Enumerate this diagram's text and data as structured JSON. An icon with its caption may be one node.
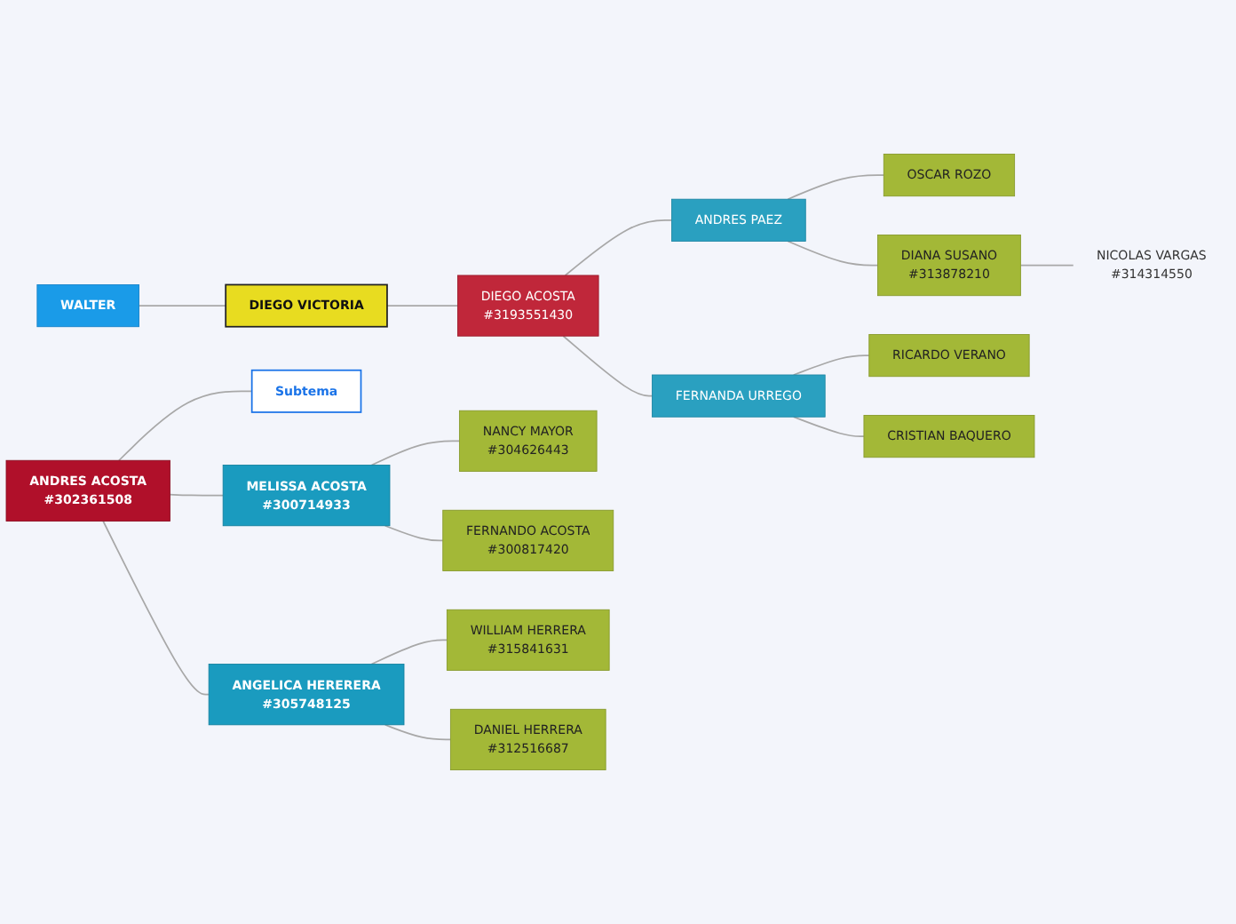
{
  "diagram": {
    "nodes": [
      {
        "text": [
          "WALTER"
        ]
      },
      {
        "text": [
          "DIEGO VICTORIA"
        ]
      },
      {
        "text": [
          "DIEGO ACOSTA",
          "#3193551430"
        ]
      },
      {
        "text": [
          "ANDRES PAEZ"
        ]
      },
      {
        "text": [
          "OSCAR ROZO"
        ]
      },
      {
        "text": [
          "DIANA SUSANO",
          "#313878210"
        ]
      },
      {
        "text": [
          "NICOLAS VARGAS",
          "#314314550"
        ]
      },
      {
        "text": [
          "FERNANDA URREGO"
        ]
      },
      {
        "text": [
          "RICARDO VERANO"
        ]
      },
      {
        "text": [
          "CRISTIAN BAQUERO"
        ]
      },
      {
        "text": [
          "ANDRES ACOSTA",
          "#302361508"
        ]
      },
      {
        "text": [
          "Subtema"
        ]
      },
      {
        "text": [
          "MELISSA ACOSTA",
          "#300714933"
        ]
      },
      {
        "text": [
          "NANCY MAYOR",
          "#304626443"
        ]
      },
      {
        "text": [
          "FERNANDO ACOSTA",
          "#300817420"
        ]
      },
      {
        "text": [
          "ANGELICA HERERERA",
          "#305748125"
        ]
      },
      {
        "text": [
          "WILLIAM HERRERA",
          "#315841631"
        ]
      },
      {
        "text": [
          "DANIEL HERRERA",
          "#312516687"
        ]
      }
    ],
    "edges": [
      {
        "from": 0,
        "to": 1,
        "arrow": "none"
      },
      {
        "from": 1,
        "to": 2,
        "arrow": "none"
      },
      {
        "from": 2,
        "to": 3,
        "arrow": "none"
      },
      {
        "from": 3,
        "to": 4,
        "arrow": "none"
      },
      {
        "from": 3,
        "to": 5,
        "arrow": "none"
      },
      {
        "from": 5,
        "to": 6,
        "arrow": "none"
      },
      {
        "from": 2,
        "to": 7,
        "arrow": "none"
      },
      {
        "from": 7,
        "to": 8,
        "arrow": "none"
      },
      {
        "from": 7,
        "to": 9,
        "arrow": "none"
      },
      {
        "from": 10,
        "to": 11,
        "arrow": "none"
      },
      {
        "from": 10,
        "to": 12,
        "arrow": "none"
      },
      {
        "from": 12,
        "to": 13,
        "arrow": "none"
      },
      {
        "from": 12,
        "to": 14,
        "arrow": "none"
      },
      {
        "from": 10,
        "to": 15,
        "arrow": "none"
      },
      {
        "from": 15,
        "to": 16,
        "arrow": "none"
      },
      {
        "from": 15,
        "to": 17,
        "arrow": "none"
      }
    ]
  }
}
